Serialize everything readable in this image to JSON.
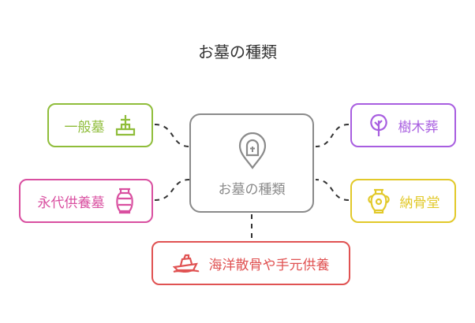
{
  "title": "お墓の種類",
  "center": {
    "label": "お墓の種類",
    "icon": "tombstone-pin-icon",
    "color": "#8a8a8a"
  },
  "nodes": {
    "ippanbo": {
      "label": "一般墓",
      "icon": "tombstone-cross-icon",
      "color": "#8fbd3a"
    },
    "eitai": {
      "label": "永代供養墓",
      "icon": "urn-icon",
      "color": "#d94fa0"
    },
    "kaiyo": {
      "label": "海洋散骨や手元供養",
      "icon": "ship-icon",
      "color": "#e05252"
    },
    "noukotsu": {
      "label": "納骨堂",
      "icon": "amphora-icon",
      "color": "#e2c92a"
    },
    "jumoku": {
      "label": "樹木葬",
      "icon": "tree-icon",
      "color": "#a85ee0"
    }
  }
}
